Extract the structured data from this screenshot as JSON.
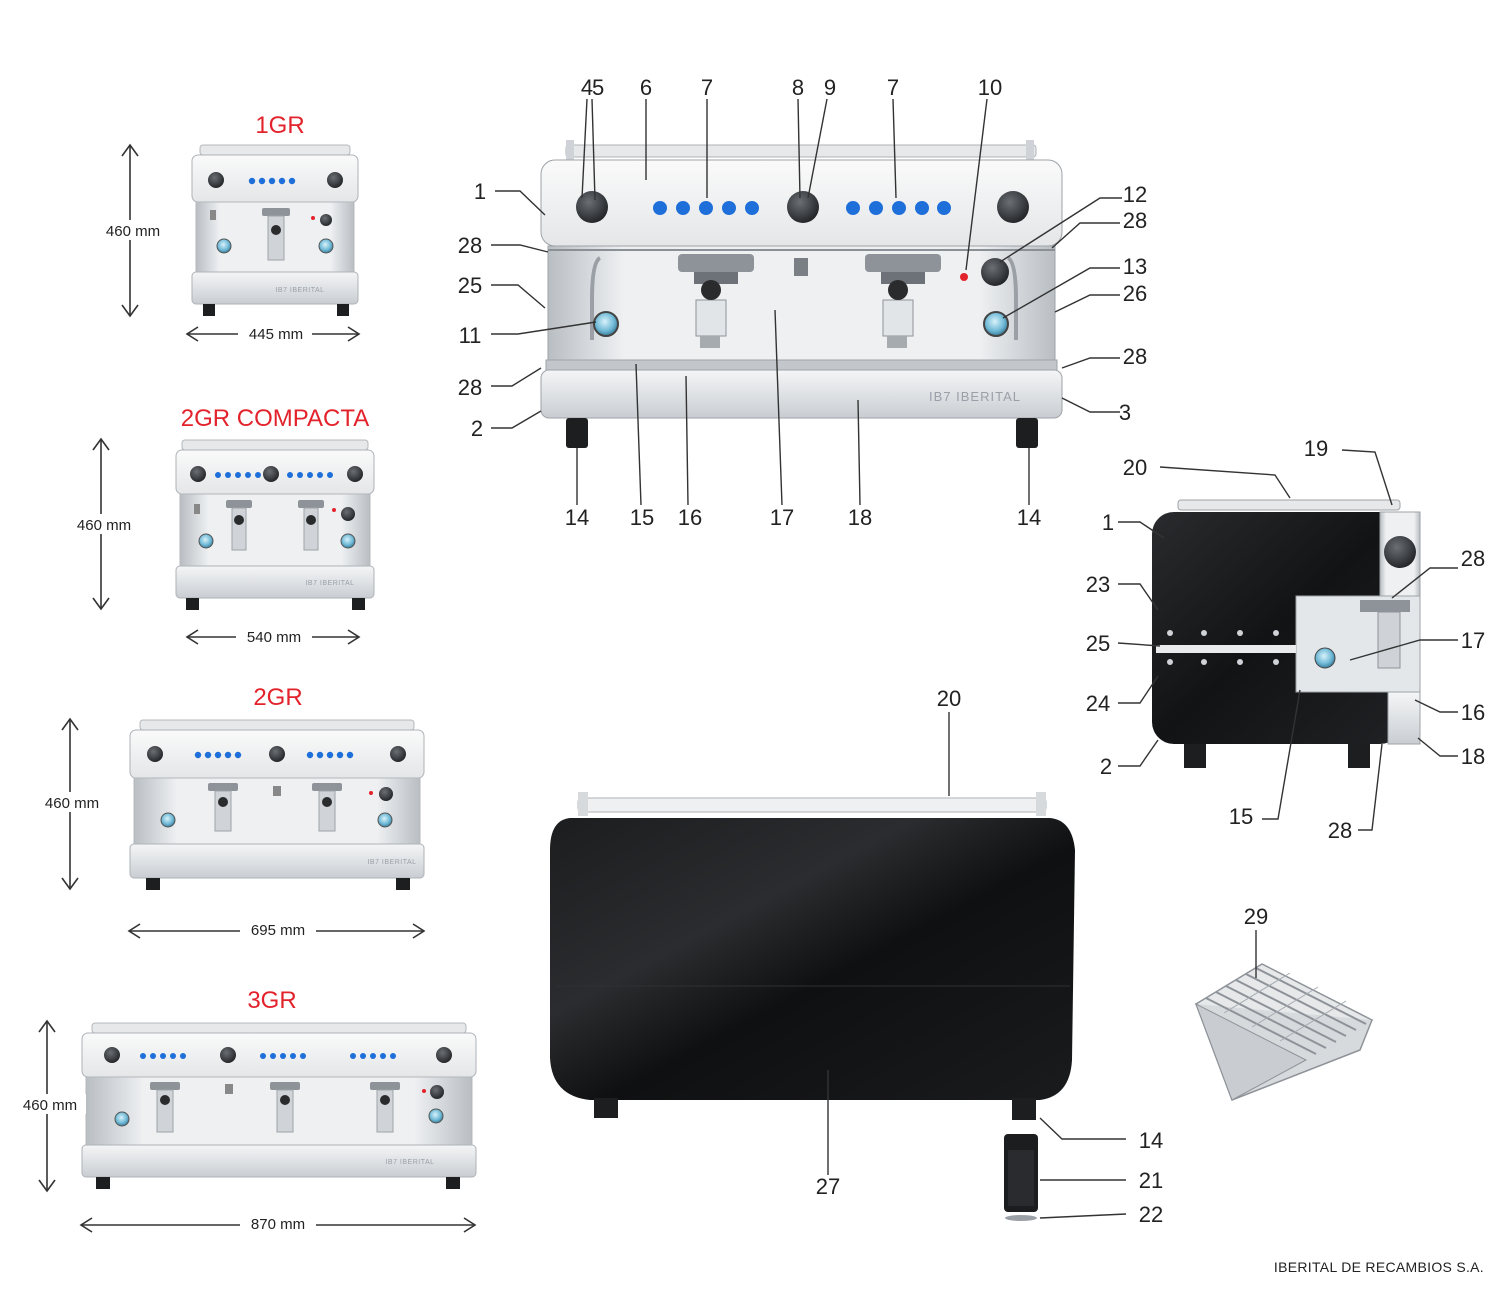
{
  "models": {
    "gr1": {
      "title": "1GR",
      "height": "460 mm",
      "width": "445 mm"
    },
    "gr2c": {
      "title": "2GR COMPACTA",
      "height": "460 mm",
      "width": "540 mm"
    },
    "gr2": {
      "title": "2GR",
      "height": "460 mm",
      "width": "695 mm"
    },
    "gr3": {
      "title": "3GR",
      "height": "460 mm",
      "width": "870 mm"
    }
  },
  "brand_plate": "IB7 IBERITAL",
  "callouts": {
    "front": [
      "1",
      "2",
      "3",
      "4",
      "5",
      "6",
      "7",
      "7",
      "8",
      "9",
      "10",
      "11",
      "12",
      "13",
      "14",
      "14",
      "15",
      "16",
      "17",
      "18",
      "25",
      "26",
      "28",
      "28",
      "28",
      "28"
    ],
    "side": [
      "19",
      "20",
      "1",
      "23",
      "25",
      "24",
      "2",
      "28",
      "17",
      "16",
      "18",
      "15",
      "28"
    ],
    "back": [
      "20",
      "14",
      "21",
      "22",
      "27"
    ],
    "tray": [
      "29"
    ]
  },
  "footer": "IBERITAL DE RECAMBIOS S.A.",
  "colors": {
    "title_red": "#e3232c",
    "led_blue": "#1e6fd9",
    "panel_black": "#1b1b1d"
  }
}
